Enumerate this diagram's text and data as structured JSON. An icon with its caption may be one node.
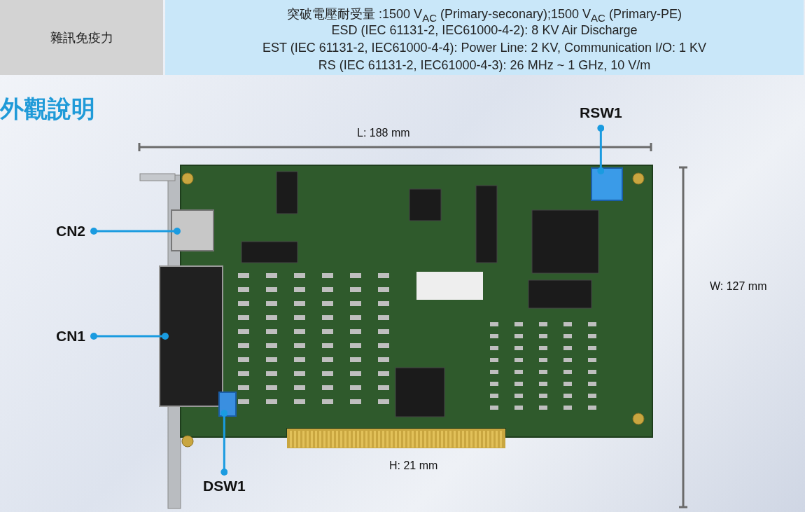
{
  "diagram": {
    "title": "外觀說明",
    "nodes": [
      {
        "text": [
          "CN2"
        ]
      },
      {
        "text": [
          "CN1"
        ]
      },
      {
        "text": [
          "DSW1"
        ]
      },
      {
        "text": [
          "RSW1"
        ]
      },
      {
        "text": [],
        "shape": "box"
      },
      {
        "text": [],
        "shape": "box"
      },
      {
        "text": [],
        "shape": "box"
      },
      {
        "text": [],
        "shape": "box"
      }
    ],
    "edges": [
      {
        "from": 0,
        "to": 4,
        "arrow": "other"
      },
      {
        "from": 1,
        "to": 5,
        "arrow": "other"
      },
      {
        "from": 2,
        "to": 6,
        "arrow": "other"
      },
      {
        "from": 3,
        "to": 7,
        "arrow": "other"
      }
    ],
    "labels": [
      "雜訊免疫力",
      "突破電壓耐受量 :1500 V$_{AC}$ (Primary-seconary);1500 V$_{AC}$ (Primary-PE)",
      "ESD (IEC 61131-2, IEC61000-4-2): 8 KV Air Discharge",
      "EST (IEC 61131-2, IEC61000-4-4): Power Line: 2 KV, Communication I/O: 1 KV",
      "RS (IEC 61131-2, IEC61000-4-3): 26 MHz ~ 1 GHz, 10 V/m",
      "L: 188 mm",
      "W: 127 mm",
      "H: 21 mm"
    ]
  }
}
